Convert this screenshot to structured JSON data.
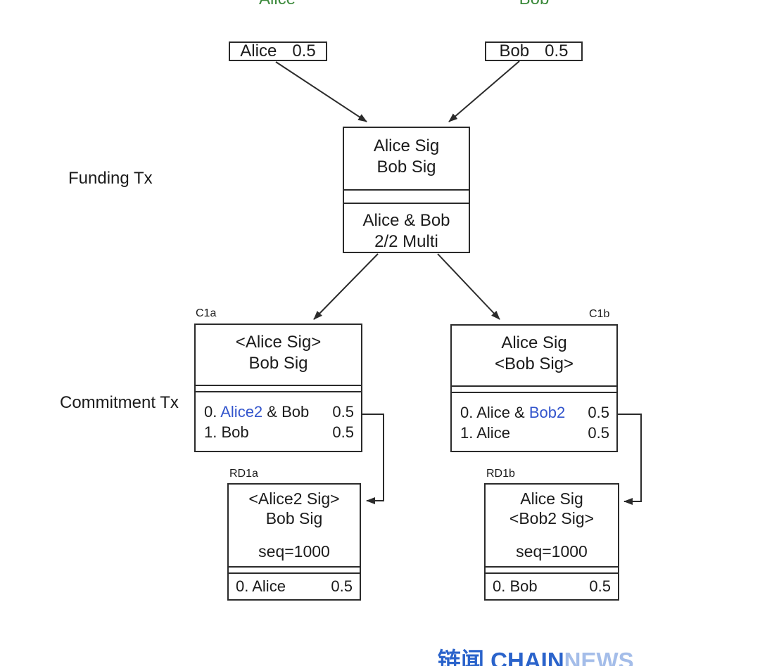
{
  "participants": {
    "alice_label": "Alice",
    "bob_label": "Bob"
  },
  "wallets": {
    "alice": {
      "name": "Alice",
      "amount": "0.5"
    },
    "bob": {
      "name": "Bob",
      "amount": "0.5"
    }
  },
  "funding_tx": {
    "row_label": "Funding Tx",
    "sig_line1": "Alice Sig",
    "sig_line2": "Bob Sig",
    "script_line1": "Alice & Bob",
    "script_line2": "2/2 Multi"
  },
  "commitment_tx": {
    "row_label": "Commitment Tx",
    "c1a": {
      "tag": "C1a",
      "sig_line1": "<Alice Sig>",
      "sig_line2": "Bob Sig",
      "out0_prefix": "0. ",
      "out0_highlight": "Alice2",
      "out0_suffix": " & Bob",
      "out0_amount": "0.5",
      "out1_text": "1. Bob",
      "out1_amount": "0.5"
    },
    "c1b": {
      "tag": "C1b",
      "sig_line1": "Alice Sig",
      "sig_line2": "<Bob Sig>",
      "out0_prefix": "0. Alice & ",
      "out0_highlight": "Bob2",
      "out0_suffix": "",
      "out0_amount": "0.5",
      "out1_text": "1. Alice",
      "out1_amount": "0.5"
    }
  },
  "revocable_delivery": {
    "rd1a": {
      "tag": "RD1a",
      "sig_line1": "<Alice2 Sig>",
      "sig_line2": "Bob Sig",
      "seq": "seq=1000",
      "out_text": "0. Alice",
      "out_amount": "0.5"
    },
    "rd1b": {
      "tag": "RD1b",
      "sig_line1": "Alice Sig",
      "sig_line2": "<Bob2 Sig>",
      "seq": "seq=1000",
      "out_text": "0. Bob",
      "out_amount": "0.5"
    }
  },
  "watermark": {
    "cn": "链闻 ",
    "en_bold": "CHAIN",
    "en_light": "NEWS"
  },
  "colors": {
    "participant_green": "#3c8a3c",
    "highlight_blue": "#3355cc",
    "line_color": "#2b2b2b",
    "watermark_blue": "#2a63cb",
    "watermark_light_blue": "#a4bde9"
  }
}
